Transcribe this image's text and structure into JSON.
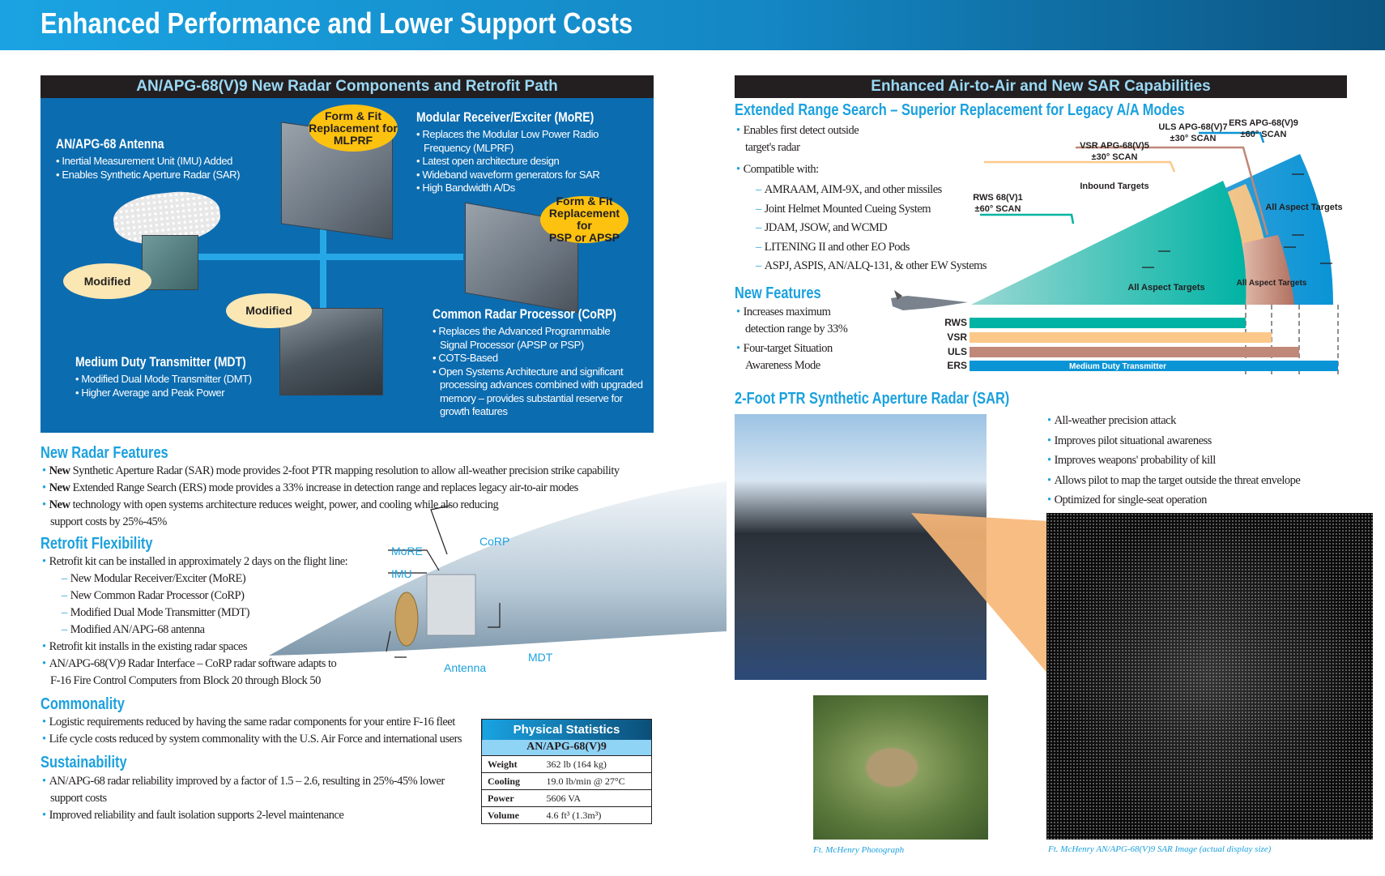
{
  "header": {
    "title": "Enhanced Performance and Lower Support Costs"
  },
  "left_panel": {
    "title": "AN/APG-68(V)9 New Radar Components and Retrofit Path",
    "antenna": {
      "heading": "AN/APG-68 Antenna",
      "bullets": [
        "Inertial Measurement Unit (IMU) Added",
        "Enables Synthetic Aperture Radar (SAR)"
      ],
      "badge": "Modified"
    },
    "more": {
      "heading": "Modular Receiver/Exciter (MoRE)",
      "bullets": [
        "Replaces the Modular Low Power Radio",
        "Frequency (MLPRF)",
        "Latest open architecture design",
        "Wideband waveform generators for SAR",
        "High Bandwidth A/Ds"
      ],
      "badge": [
        "Form & Fit",
        "Replacement for",
        "MLPRF"
      ]
    },
    "corp": {
      "heading": "Common Radar Processor (CoRP)",
      "bullets": [
        "Replaces the Advanced Programmable",
        "Signal Processor (APSP or PSP)",
        "COTS-Based",
        "Open Systems Architecture and significant",
        "processing advances combined with upgraded",
        "memory – provides substantial reserve for",
        "growth features"
      ],
      "badge": [
        "Form & Fit",
        "Replacement for",
        "PSP or APSP"
      ]
    },
    "mdt": {
      "heading": "Medium Duty Transmitter (MDT)",
      "bullets": [
        "Modified Dual Mode Transmitter (DMT)",
        "Higher Average and Peak Power"
      ],
      "badge": "Modified"
    }
  },
  "new_radar_features": {
    "heading": "New Radar Features",
    "items": [
      {
        "bold": "New",
        "text": " Synthetic Aperture Radar (SAR) mode provides 2-foot PTR mapping resolution to allow all-weather precision strike capability"
      },
      {
        "bold": "New",
        "text": " Extended Range Search (ERS) mode provides a 33% increase in detection range and replaces legacy air-to-air modes"
      },
      {
        "bold": "New",
        "text": " technology with open systems architecture reduces weight, power, and cooling while also reducing",
        "cont": "support costs by 25%-45%"
      }
    ]
  },
  "retrofit": {
    "heading": "Retrofit Flexibility",
    "intro": "Retrofit kit can be installed in approximately 2 days on the flight line:",
    "subs": [
      "New Modular Receiver/Exciter (MoRE)",
      "New Common Radar Processor (CoRP)",
      "Modified Dual Mode Transmitter (MDT)",
      "Modified AN/APG-68 antenna"
    ],
    "b2": "Retrofit kit installs in the existing radar spaces",
    "b3": "AN/APG-68(V)9 Radar Interface – CoRP radar software adapts to",
    "b3c": "F-16 Fire Control Computers from Block 20 through Block 50"
  },
  "nose_labels": {
    "more": "MoRE",
    "imu": "IMU",
    "corp": "CoRP",
    "mdt": "MDT",
    "antenna": "Antenna"
  },
  "commonality": {
    "heading": "Commonality",
    "items": [
      "Logistic requirements reduced by having the same radar components for your entire F-16 fleet",
      "Life cycle costs reduced by system commonality with the U.S. Air Force and international users"
    ]
  },
  "sustainability": {
    "heading": "Sustainability",
    "b1": "AN/APG-68 radar reliability improved by a factor of 1.5 – 2.6, resulting in 25%-45% lower",
    "b1c": "support costs",
    "b2": "Improved reliability and fault isolation supports 2-level maintenance"
  },
  "stats": {
    "title": "Physical Statistics",
    "subtitle": "AN/APG-68(V)9",
    "rows": [
      [
        "Weight",
        "362 lb (164 kg)"
      ],
      [
        "Cooling",
        "19.0 lb/min @ 27°C"
      ],
      [
        "Power",
        "5606 VA"
      ],
      [
        "Volume",
        "4.6 ft³ (1.3m³)"
      ]
    ]
  },
  "right_panel": {
    "title": "Enhanced Air-to-Air and New SAR Capabilities",
    "ers_heading": "Extended Range Search – Superior Replacement for Legacy A/A Modes",
    "ers_b1": "Enables first detect outside",
    "ers_b1c": "target's radar",
    "ers_b2": "Compatible with:",
    "compat": [
      "AMRAAM, AIM-9X, and other missiles",
      "Joint Helmet Mounted Cueing System",
      "JDAM, JSOW, and WCMD",
      "LITENING II and other EO Pods",
      "ASPJ, ASPIS, AN/ALQ-131, & other EW Systems"
    ],
    "nf_heading": "New Features",
    "nf1": "Increases maximum",
    "nf1c": "detection range by 33%",
    "nf2": "Four-target Situation",
    "nf2c": "Awareness Mode",
    "sar_heading": "2-Foot PTR Synthetic Aperture Radar (SAR)",
    "sar_bullets": [
      "All-weather precision attack",
      "Improves pilot situational awareness",
      "Improves weapons' probability of kill",
      "Allows pilot to map the target outside the threat envelope",
      "Optimized for single-seat operation"
    ],
    "cap_photo": "Ft. McHenry Photograph",
    "cap_sar": "Ft. McHenry AN/APG-68(V)9 SAR Image (actual display size)"
  },
  "radar_diagram": {
    "modes": [
      {
        "label": "RWS",
        "name": "RWS 68(V)1",
        "scan": "±60° SCAN",
        "color": "#00b3a4"
      },
      {
        "label": "VSR",
        "name": "VSR APG-68(V)5",
        "scan": "±30° SCAN",
        "color": "#fcc88a"
      },
      {
        "label": "ULS",
        "name": "ULS APG-68(V)7",
        "scan": "±30° SCAN",
        "color": "#c08878"
      },
      {
        "label": "ERS",
        "name": "ERS APG-68(V)9",
        "scan": "±60° SCAN",
        "color": "#0a94d6"
      }
    ],
    "inbound": "Inbound Targets",
    "aat1": "All Aspect Targets",
    "aat2": "All Aspect Targets",
    "aat3": "All Aspect Targets",
    "ers_bar": "Medium Duty Transmitter"
  }
}
